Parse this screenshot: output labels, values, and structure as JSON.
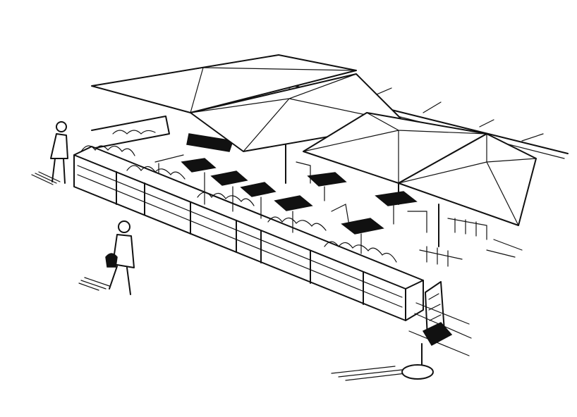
{
  "scene": {
    "kind": "sketch",
    "colors": {
      "ink": "#111111",
      "paper": "#ffffff"
    },
    "elements": [
      "umbrella",
      "umbrella",
      "umbrella",
      "umbrella",
      "planter-fence",
      "cafe-table",
      "pedestrian",
      "pedestrian",
      "menu-sign"
    ]
  }
}
